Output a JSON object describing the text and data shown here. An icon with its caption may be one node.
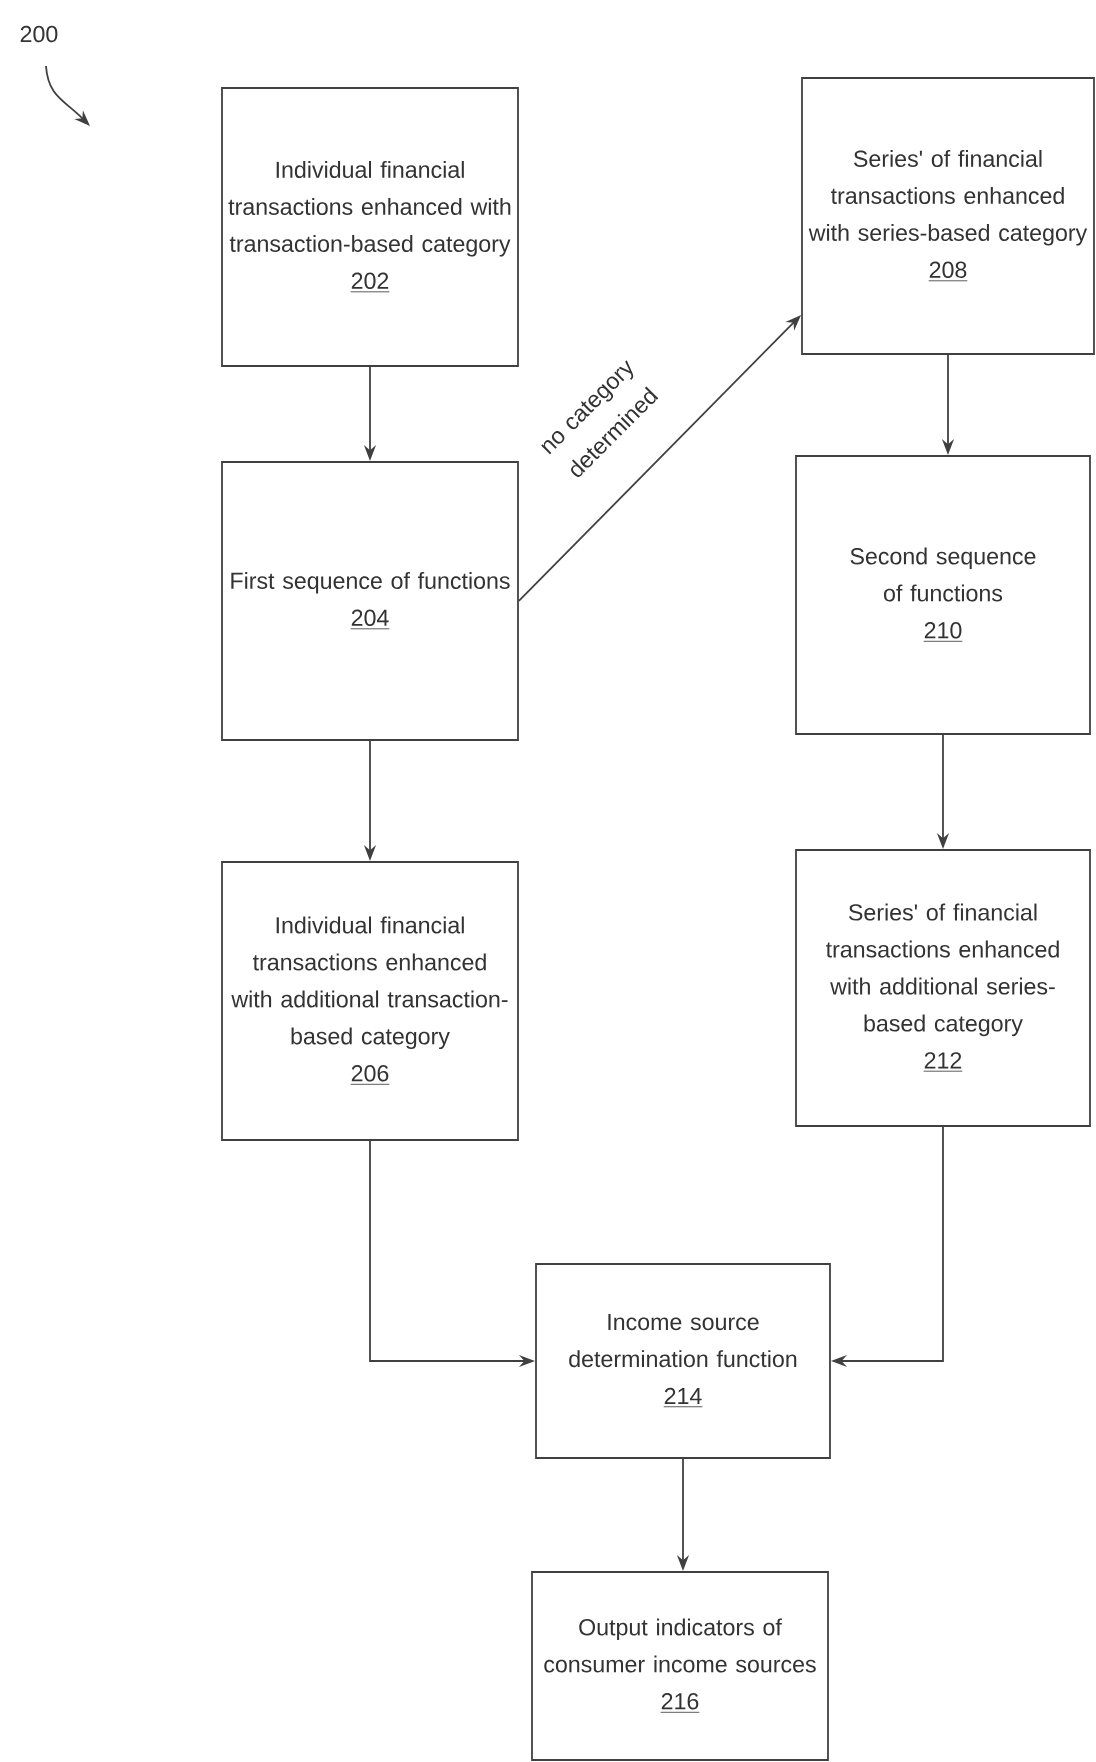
{
  "diagram": {
    "nodes": [
      {
        "text": [
          "Individual financial transactions enhanced with transaction-based category",
          "202"
        ]
      },
      {
        "text": [
          "First sequence of functions",
          "204"
        ]
      },
      {
        "text": [
          "Individual financial transactions enhanced with additional transaction-based category",
          "206"
        ]
      },
      {
        "text": [
          "Series' of financial transactions enhanced with series-based category",
          "208"
        ]
      },
      {
        "text": [
          "Second sequence of functions",
          "210"
        ]
      },
      {
        "text": [
          "Series' of financial transactions enhanced with additional series-based category",
          "212"
        ]
      },
      {
        "text": [
          "Income source determination function",
          "214"
        ]
      },
      {
        "text": [
          "Output indicators of consumer income sources",
          "216"
        ]
      }
    ],
    "edges": [
      {
        "from": 0,
        "to": 1,
        "arrow": "to"
      },
      {
        "from": 1,
        "to": 3,
        "arrow": "to",
        "label": "no category determined"
      },
      {
        "from": 1,
        "to": 2,
        "arrow": "to"
      },
      {
        "from": 3,
        "to": 4,
        "arrow": "to"
      },
      {
        "from": 4,
        "to": 5,
        "arrow": "to"
      },
      {
        "from": 2,
        "to": 6,
        "arrow": "to"
      },
      {
        "from": 5,
        "to": 6,
        "arrow": "to"
      },
      {
        "from": 6,
        "to": 7,
        "arrow": "to"
      }
    ],
    "labels": [
      "200"
    ]
  }
}
